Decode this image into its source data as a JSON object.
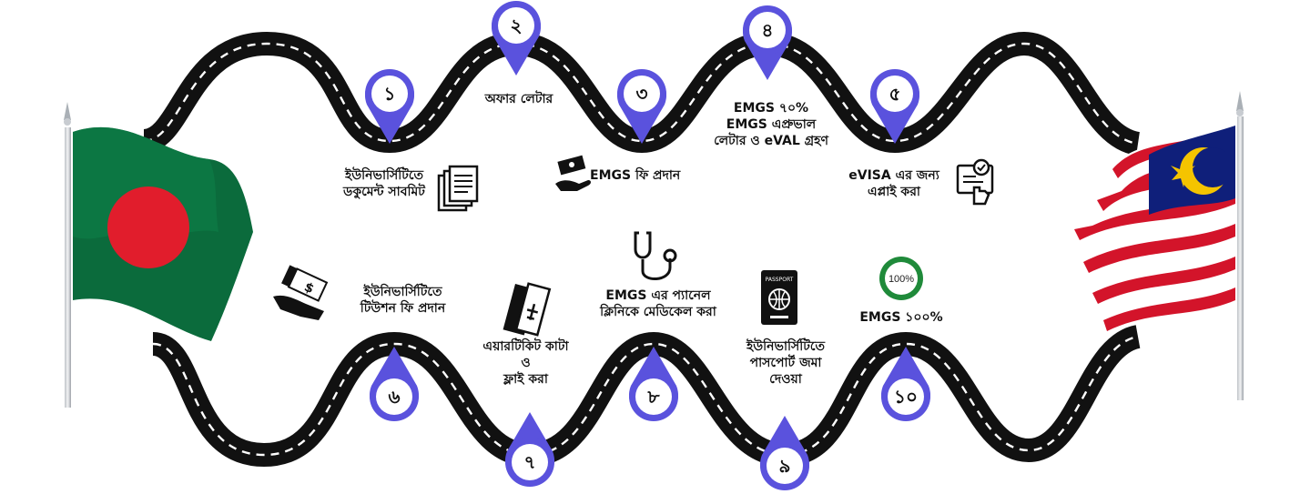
{
  "colors": {
    "pin": "#5a52dd",
    "road": "#111111",
    "dash": "#ffffff",
    "bd_green": "#0b6b3c",
    "bd_red": "#e11d2c",
    "my_red": "#d3142a",
    "my_blue": "#0f1f7a",
    "my_yellow": "#f5c400",
    "progress_green": "#1f8a3a"
  },
  "steps": [
    {
      "num": "১",
      "lines": [
        "ইউনিভার্সিটিতে",
        "ডকুমেন্ট সাবমিট"
      ],
      "icon": "documents-icon"
    },
    {
      "num": "২",
      "lines": [
        "অফার লেটার"
      ],
      "icon": ""
    },
    {
      "num": "৩",
      "lines": [
        "EMGS ফি প্রদান"
      ],
      "icon": "payment-hand-icon"
    },
    {
      "num": "৪",
      "lines": [
        "EMGS ৭০%",
        "EMGS এপ্রুভাল",
        "লেটার ও eVAL গ্রহণ"
      ],
      "icon": ""
    },
    {
      "num": "৫",
      "lines": [
        "eVISA এর জন্য",
        "এপ্লাই করা"
      ],
      "icon": "apply-form-icon"
    },
    {
      "num": "৬",
      "lines": [
        "ইউনিভার্সিটিতে",
        "টিউশন ফি প্রদান"
      ],
      "icon": "cash-hand-icon"
    },
    {
      "num": "৭",
      "lines": [
        "এয়ারটিকিট কাটা",
        "ও",
        "ফ্লাই করা"
      ],
      "icon": "air-ticket-icon"
    },
    {
      "num": "৮",
      "lines": [
        "EMGS এর প্যানেল",
        "ক্লিনিকে মেডিকেল করা"
      ],
      "icon": "stethoscope-icon"
    },
    {
      "num": "৯",
      "lines": [
        "ইউনিভার্সিটিতে",
        "পাসপোর্ট জমা",
        "দেওয়া"
      ],
      "icon": "passport-icon"
    },
    {
      "num": "১০",
      "lines": [
        "EMGS ১০০%"
      ],
      "icon": "progress-circle-icon"
    }
  ],
  "passport_text": "PASSPORT",
  "progress_text": "100%"
}
